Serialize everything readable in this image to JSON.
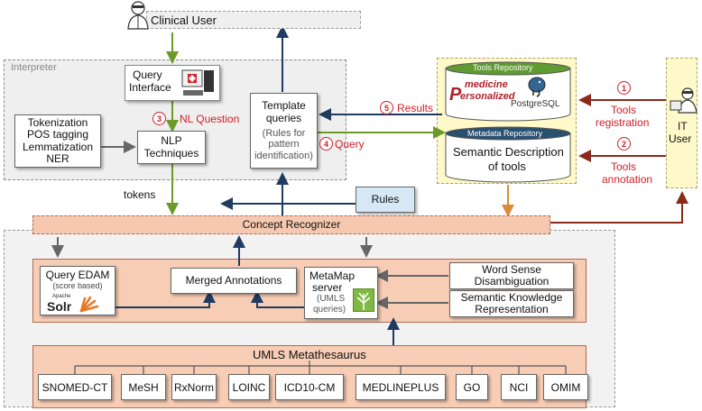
{
  "clinical_user": "Clinical User",
  "interpreter": {
    "label": "Interpreter",
    "query_interface": [
      "Query",
      "Interface"
    ],
    "nl_question": "NL Question",
    "nlp_inputs": [
      "Tokenization",
      "POS tagging",
      "Lemmatization",
      "NER"
    ],
    "nlp_techniques": [
      "NLP",
      "Techniques"
    ],
    "template_queries": [
      "Template",
      "queries"
    ],
    "template_rules": [
      "(Rules for",
      "pattern",
      "identification)"
    ],
    "query_label": "Query",
    "tokens": "tokens"
  },
  "steps": {
    "s1": "1",
    "s2": "2",
    "s3": "3",
    "s4": "4",
    "s5": "5"
  },
  "results": "Results",
  "tools_repository": {
    "header": "Tools Repository",
    "logo_medicine": "medicine",
    "logo_personalized": "ersonalized",
    "logo_p": "P",
    "logo_postgres": "PostgreSQL"
  },
  "metadata_repository": {
    "header": "Metadata Repository",
    "body": [
      "Semantic Description",
      "of tools"
    ]
  },
  "it_user": [
    "IT",
    "User"
  ],
  "tools_registration": [
    "Tools",
    "registration"
  ],
  "tools_annotation": [
    "Tools",
    "annotation"
  ],
  "rules": "Rules",
  "concept_recognizer": "Concept Recognizer",
  "query_edam": {
    "title": "Query EDAM",
    "sub": "(score based)",
    "apache": "Apache",
    "solr": "Solr"
  },
  "merged_annotations": "Merged Annotations",
  "metamap": {
    "title": [
      "MetaMap",
      "server"
    ],
    "sub": [
      "(UMLS",
      "queries)"
    ]
  },
  "word_sense": [
    "Word Sense",
    "Disambiguation"
  ],
  "semantic_knowledge": [
    "Semantic Knowledge",
    "Representation"
  ],
  "umls": "UMLS Metathesaurus",
  "vocabularies": [
    "SNOMED-CT",
    "MeSH",
    "RxNorm",
    "LOINC",
    "ICD10-CM",
    "MEDLINEPLUS",
    "GO",
    "NCI",
    "OMIM"
  ],
  "colors": {
    "green": "#6b9a2a",
    "navy": "#1f3b5f",
    "dark_red": "#8b2a1a",
    "orange": "#d98a3a",
    "peach": "#f6c8b0",
    "yellow": "#fff8c8",
    "tools_header": "#5f9a32",
    "meta_header": "#2a5070",
    "rules_blue": "#d6e7f5"
  }
}
